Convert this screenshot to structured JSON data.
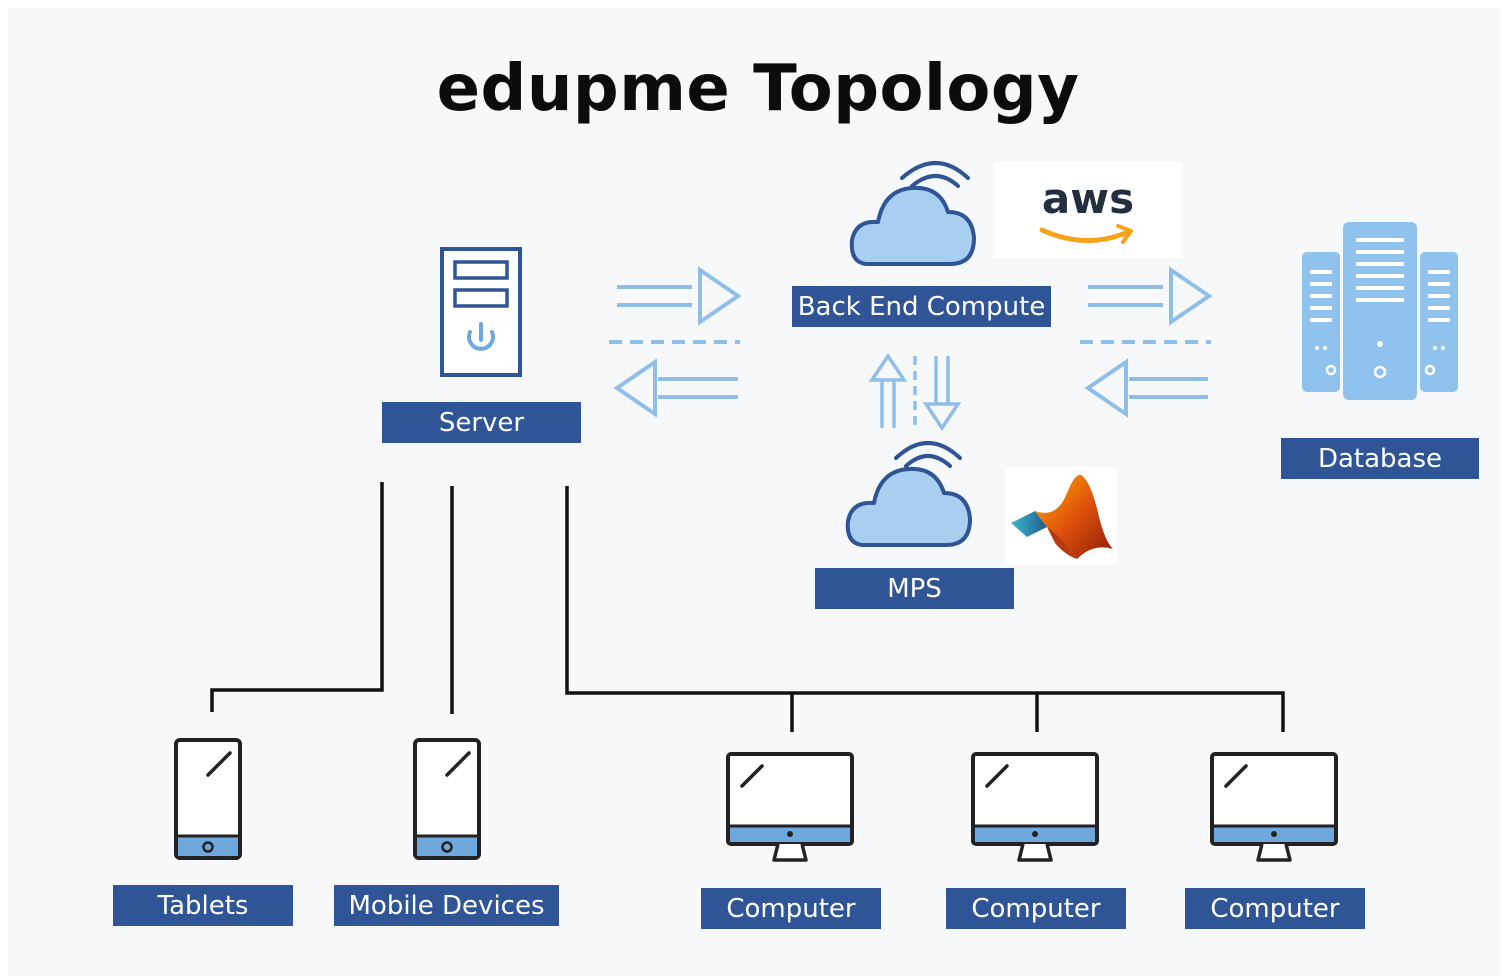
{
  "title": "edupme Topology",
  "nodes": {
    "server": "Server",
    "backend": "Back End Compute",
    "mps": "MPS",
    "database": "Database",
    "tablets": "Tablets",
    "mobile": "Mobile Devices",
    "computer1": "Computer",
    "computer2": "Computer",
    "computer3": "Computer"
  },
  "logos": {
    "aws": "aws",
    "aws_icon": "aws-smile-icon",
    "matlab_icon": "matlab-membrane-icon"
  },
  "icons": {
    "server": "server-tower-icon",
    "cloud": "cloud-wifi-icon",
    "database": "server-rack-icon",
    "tablet": "tablet-icon",
    "mobile": "phone-icon",
    "computer": "monitor-icon"
  },
  "colors": {
    "label_bg": "#2f5596",
    "icon_stroke": "#2f5596",
    "icon_fill": "#6fa8dc",
    "arrow": "#8fbfe8",
    "connector": "#111111",
    "background": "#f7f8fa"
  }
}
